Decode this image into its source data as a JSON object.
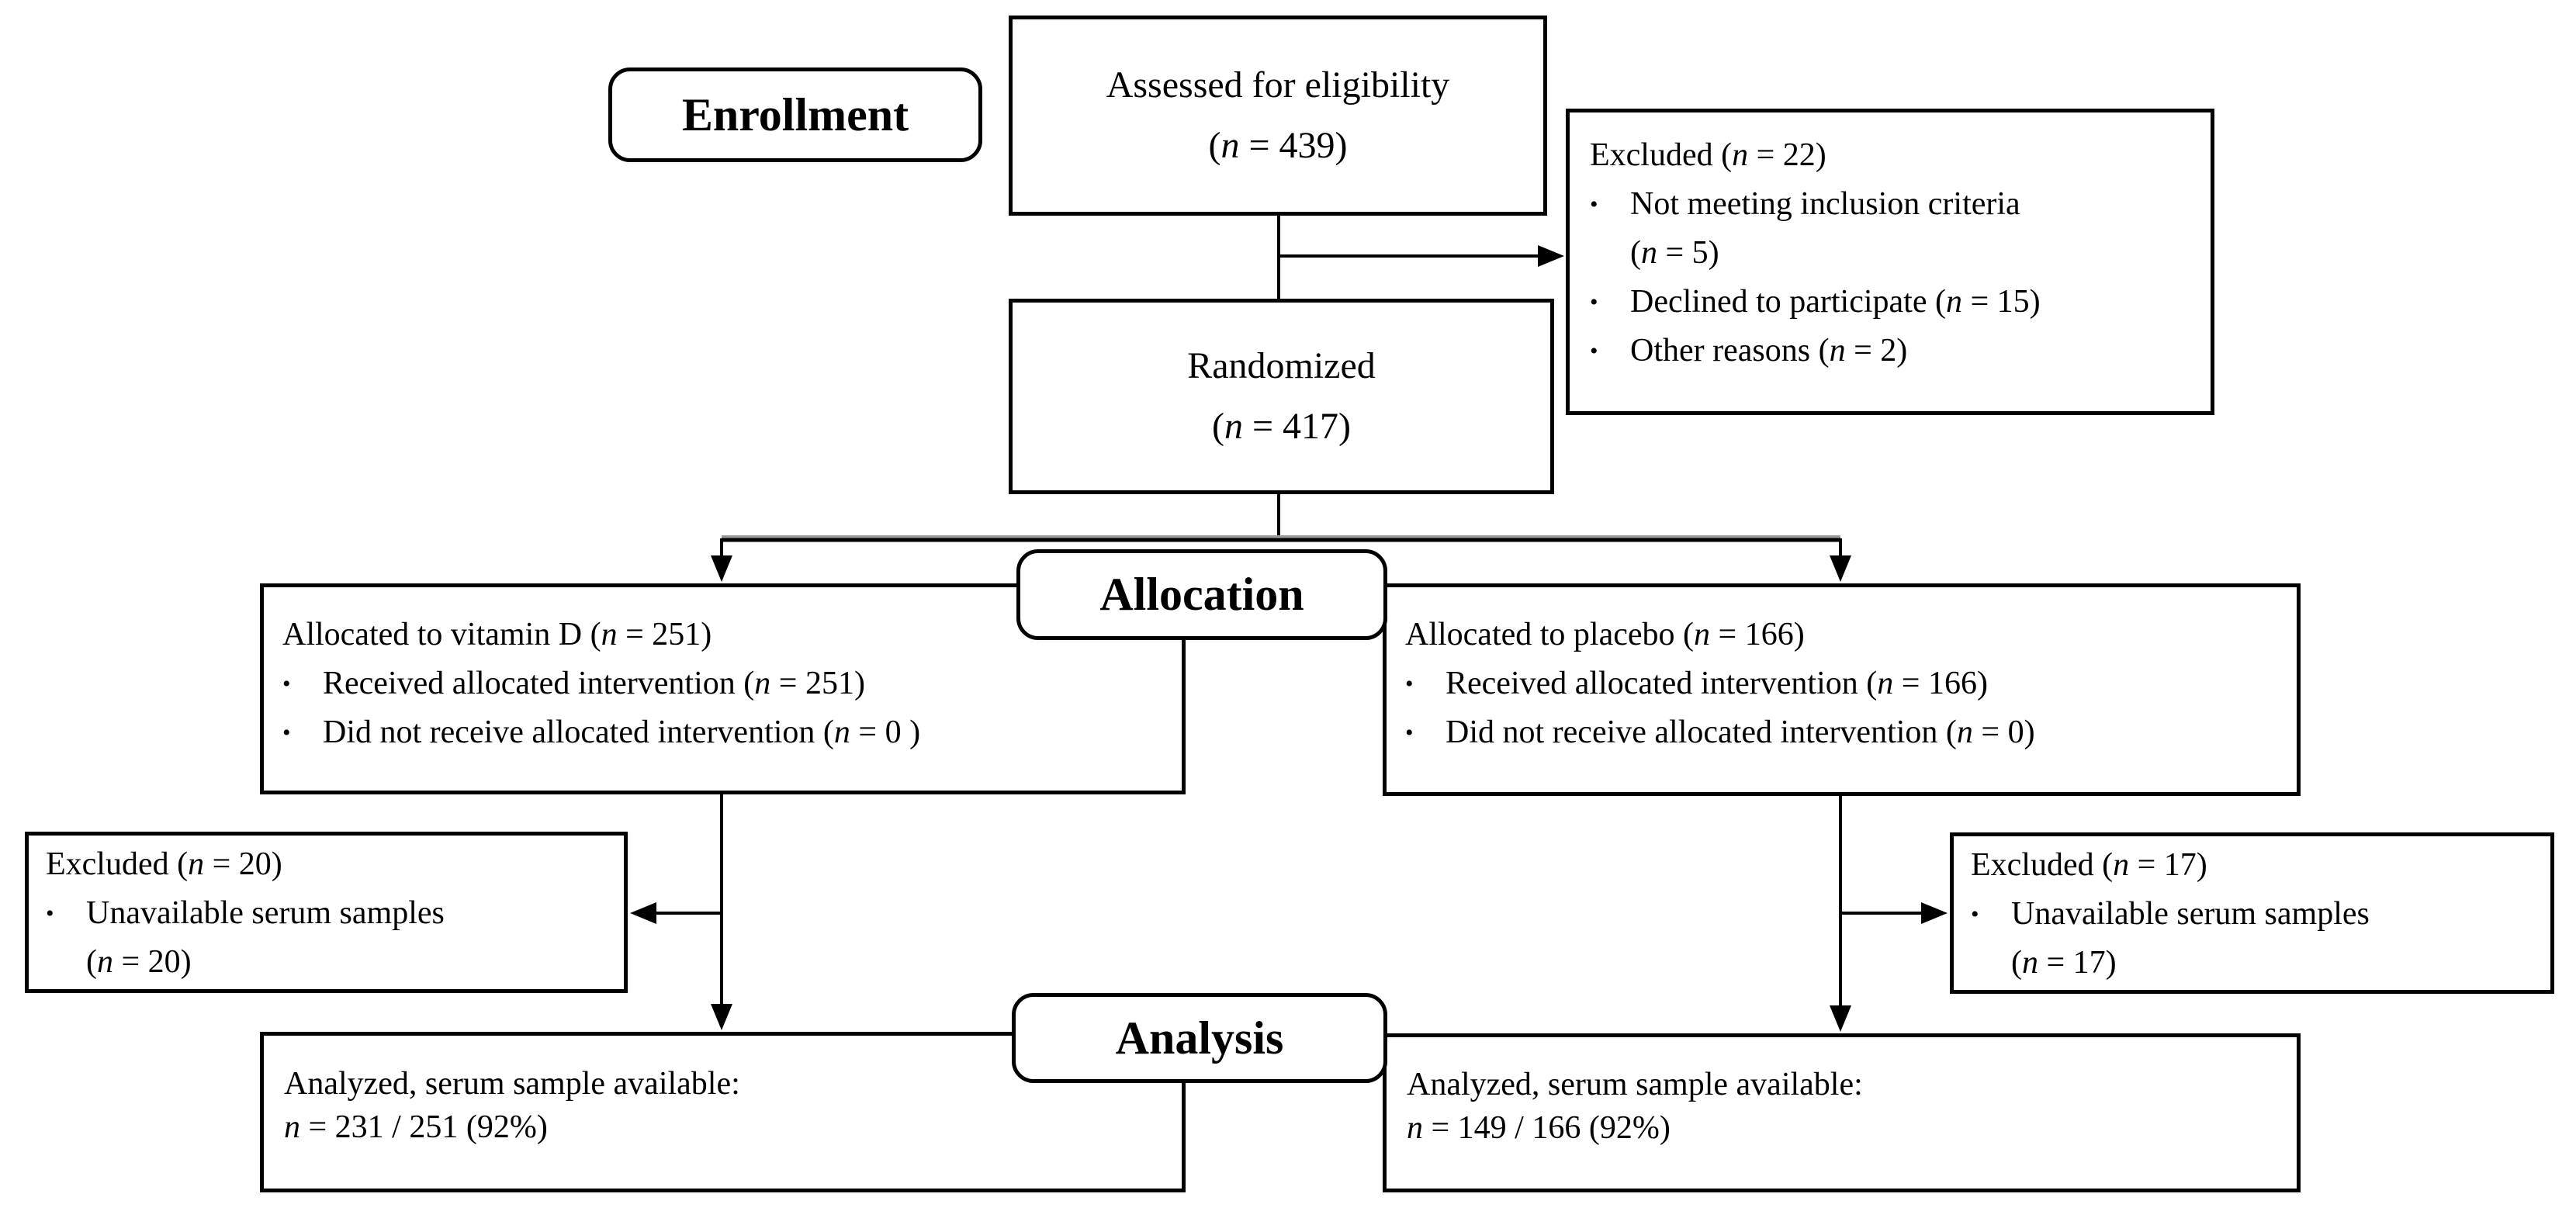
{
  "figure": {
    "type": "consort-flow-diagram",
    "stages": {
      "enrollment": "Enrollment",
      "allocation": "Allocation",
      "analysis": "Analysis"
    },
    "boxes": {
      "assessed": {
        "lines": [
          "Assessed for eligibility",
          "(n = 439)"
        ]
      },
      "excluded_enrollment": {
        "title": "Excluded (n = 22)",
        "bullets": [
          "Not meeting inclusion criteria\n(n = 5)",
          "Declined to participate (n = 15)",
          "Other reasons (n = 2)"
        ]
      },
      "randomized": {
        "lines": [
          "Randomized",
          "(n = 417)"
        ]
      },
      "allocated_vitamin_d": {
        "title": "Allocated to vitamin D (n = 251)",
        "bullets": [
          "Received allocated intervention (n = 251)",
          "Did not receive allocated intervention (n = 0 )"
        ]
      },
      "allocated_placebo": {
        "title": "Allocated to placebo (n = 166)",
        "bullets": [
          "Received allocated intervention (n = 166)",
          "Did not receive allocated intervention (n = 0)"
        ]
      },
      "excluded_vitamin_d": {
        "title": "Excluded (n = 20)",
        "bullets": [
          "Unavailable serum samples\n(n = 20)"
        ]
      },
      "excluded_placebo": {
        "title": "Excluded (n = 17)",
        "bullets": [
          "Unavailable serum samples\n(n = 17)"
        ]
      },
      "analyzed_vitamin_d": {
        "lines": [
          "Analyzed, serum sample available:",
          "n = 231 / 251 (92%)"
        ]
      },
      "analyzed_placebo": {
        "lines": [
          "Analyzed, serum sample available:",
          "n = 149 / 166 (92%)"
        ]
      }
    },
    "colors": {
      "line": "#000000",
      "box_fill": "#ffffff",
      "text": "#000000",
      "background": "#ffffff"
    }
  }
}
